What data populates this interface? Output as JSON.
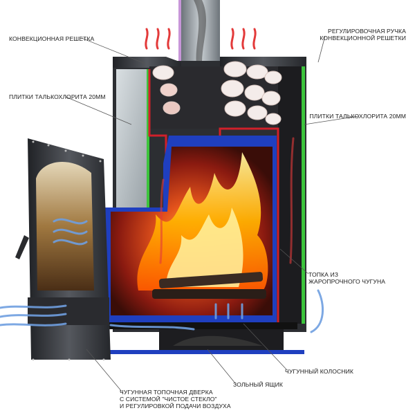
{
  "labels": {
    "convection_grille": "Конвекционная решетка",
    "talc_tiles_left": "Плитки талькохлорита 20мм",
    "control_handle": [
      "Регулировочная ручка",
      "конвекционной решетки"
    ],
    "talc_tiles_right": "Плитки талькохлорита 20мм",
    "firebox": [
      "Топка из",
      "жаропрочного чугуна"
    ],
    "grate": "Чугунный колосник",
    "ash_box": "Зольный ящик",
    "door": [
      "Чугунная топочная дверка",
      "с системой \"чистое стекло\"",
      "и регулировкой подачи воздуха"
    ]
  },
  "colors": {
    "steel": "#3a3c40",
    "steel_dark": "#1e1f22",
    "insulation_blue": "#1f3fbf",
    "heat_red": "#d0202a",
    "soapstone": "#c9d0d3",
    "stone": "#f2ece8",
    "chimney": "#9aa3aa",
    "green_edge": "#3cc43c",
    "flame_orange": "#ff8a00",
    "flame_yellow": "#ffd21a",
    "air_blue": "#6f9fe0",
    "heat_arrow_red": "#e33a3a"
  },
  "icons": [
    "heat-arrow-icon",
    "air-flow-icon",
    "flame-icon",
    "sauna-stone-icon",
    "door-handle-icon"
  ]
}
